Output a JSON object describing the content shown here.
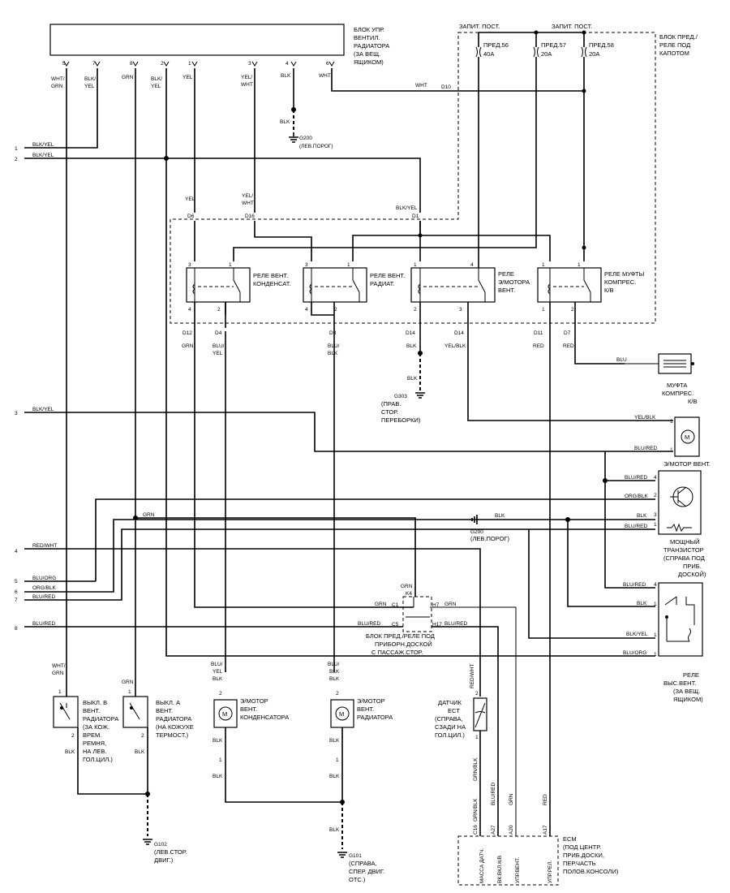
{
  "fan_control_unit": {
    "lines": [
      "БЛОК УПР.",
      "ВЕНТИЛ.",
      "РАДИАТОРА",
      "(ЗА ВЕЩ.",
      "ЯЩИКОМ)"
    ],
    "pins": [
      "5",
      "7",
      "8",
      "2",
      "1",
      "3",
      "4",
      "6"
    ]
  },
  "hood_box": {
    "lines": [
      "БЛОК ПРЕД./",
      "РЕЛЕ ПОД",
      "КАПОТОМ"
    ],
    "supply1": "ЗАПИТ. ПОСТ.",
    "supply2": "ЗАПИТ. ПОСТ.",
    "fuses": [
      {
        "label": "ПРЕД.56",
        "amps": "40A"
      },
      {
        "label": "ПРЕД.57",
        "amps": "20A"
      },
      {
        "label": "ПРЕД.58",
        "amps": "20A"
      }
    ]
  },
  "wires": {
    "wht_grn": "WHT/\nGRN",
    "blk_yel": "BLK/YEL",
    "grn": "GRN",
    "yel": "YEL",
    "yel_wht": "YEL/WHT",
    "blk": "BLK",
    "wht": "WHT",
    "blu": "BLU",
    "yel_blk": "YEL/BLK",
    "blu_red": "BLU/RED",
    "org_blk": "ORG/BLK",
    "red_wht": "RED/WHT",
    "blu_org": "BLU/ORG",
    "red": "RED",
    "blu_yel": "BLU/YEL",
    "grn_blk": "GRN/BLK"
  },
  "labels": {
    "wht_grn1": "WHT/",
    "wht_grn2": "GRN",
    "blk_yel1": "BLK/",
    "blk_yel2": "YEL",
    "yel_wht1": "YEL/",
    "yel_wht2": "WHT",
    "blkyel_full": "BLK/YEL",
    "blu_yel1": "BLU/",
    "blu_yel2": "YEL",
    "blk_yel_small": "BLK/YEL",
    "yel_blk_small": "YEL/BLK",
    "blu_red": "BLU/RED",
    "org_blk": "ORG/BLK",
    "blk": "BLK",
    "red_wht": "RED/WHT",
    "blu_org": "BLU/ORG",
    "blu": "BLU",
    "red": "RED",
    "blu_blk1": "BLU/",
    "blu_blk2": "BLK",
    "grn": "GRN",
    "grn_blk": "GRN/BLK",
    "red_wht_v": "RED/WHT",
    "blu_red_v": "BLU/RED",
    "yel": "YEL",
    "wht": "WHT"
  },
  "connectors": {
    "d10": "D10",
    "d6": "D6",
    "d16": "D16",
    "d1": "D1",
    "d12": "D12",
    "d4": "D4",
    "d3": "D3",
    "d14a": "D14",
    "d14b": "D14",
    "d11": "D11",
    "d7": "D7",
    "c1": "C1",
    "c5": "C5",
    "h7": "H7",
    "h17": "H17",
    "k4": "K4",
    "c16": "C16",
    "a27": "A27",
    "a20": "A20",
    "a17": "A17"
  },
  "relays": [
    {
      "name": "РЕЛЕ ВЕНТ.",
      "sub": "КОНДЕНСАТ."
    },
    {
      "name": "РЕЛЕ ВЕНТ.",
      "sub": "РАДИАТ."
    },
    {
      "name": "РЕЛЕ",
      "sub": "Э/МОТОРА",
      "sub2": "ВЕНТ."
    },
    {
      "name": "РЕЛЕ МУФТЫ",
      "sub": "КОМПРЕС.",
      "sub2": "К/В"
    }
  ],
  "grounds": {
    "g200a": [
      "G200",
      "(ЛЕВ.ПОРОГ)"
    ],
    "g303": [
      "G303",
      "(ПРАВ.",
      "СТОР.",
      "ПЕРЕБОРКИ)"
    ],
    "g200b": [
      "G200",
      "(ЛЕВ.ПОРОГ)"
    ],
    "g102": [
      "G102",
      "(ЛЕВ.СТОР.",
      "ДВИГ.)"
    ],
    "g101": [
      "G101",
      "(СПРАВА,",
      "СПЕР. ДВИГ.",
      "ОТС.)"
    ]
  },
  "components": {
    "clutch": [
      "МУФТА",
      "КОМПРЕС.",
      "К/В"
    ],
    "fan_motor": [
      "Э/МОТОР ВЕНТ."
    ],
    "transistor": [
      "МОЩНЫЙ",
      "ТРАНЗИСТОР",
      "(СПРАВА ПОД",
      "ПРИБ.",
      "ДОСКОЙ)"
    ],
    "hi_relay": [
      "РЕЛЕ",
      "ВЫС.ВЕНТ.",
      "(ЗА ВЕЩ.",
      "ЯЩИКОМ)"
    ],
    "dash_box": [
      "БЛОК ПРЕД./РЕЛЕ ПОД",
      "ПРИБОРН.ДОСКОЙ",
      "С ПАССАЖ.СТОР."
    ],
    "switch_b": [
      "ВЫКЛ. В",
      "ВЕНТ.",
      "РАДИАТОРА",
      "(ЗА КОЖ.",
      "ВРЕМ.",
      "РЕМНЯ,",
      "НА ЛЕВ.",
      "ГОЛ.ЦИЛ.)"
    ],
    "switch_a": [
      "ВЫКЛ. А",
      "ВЕНТ.",
      "РАДИАТОРА",
      "(НА КОЖУХЕ",
      "ТЕРМОСТ.)"
    ],
    "cond_motor": [
      "Э/МОТОР",
      "ВЕНТ.",
      "КОНДЕНСАТОРА"
    ],
    "rad_motor": [
      "Э/МОТОР",
      "ВЕНТ.",
      "РАДИАТОРА"
    ],
    "ect": [
      "ДАТЧИК",
      "ECT",
      "(СПРАВА,",
      "СЗАДИ НА",
      "ГОЛ.ЦИЛ.)"
    ],
    "ecm": [
      "ECM",
      "(ПОД ЦЕНТР.",
      "ПРИБ.ДОСКИ,",
      "ПЕР.ЧАСТЬ",
      "ПОЛОВ.КОНСОЛИ)"
    ],
    "ecm_pins": [
      "МАССА ДАТЧ.",
      "ВК.ВКЛ.К/В",
      "УПР.ВЕНТ.",
      "УПР.РЕЛ."
    ]
  },
  "left_numbers": [
    "1",
    "2",
    "3",
    "4",
    "5",
    "6",
    "7",
    "8"
  ]
}
